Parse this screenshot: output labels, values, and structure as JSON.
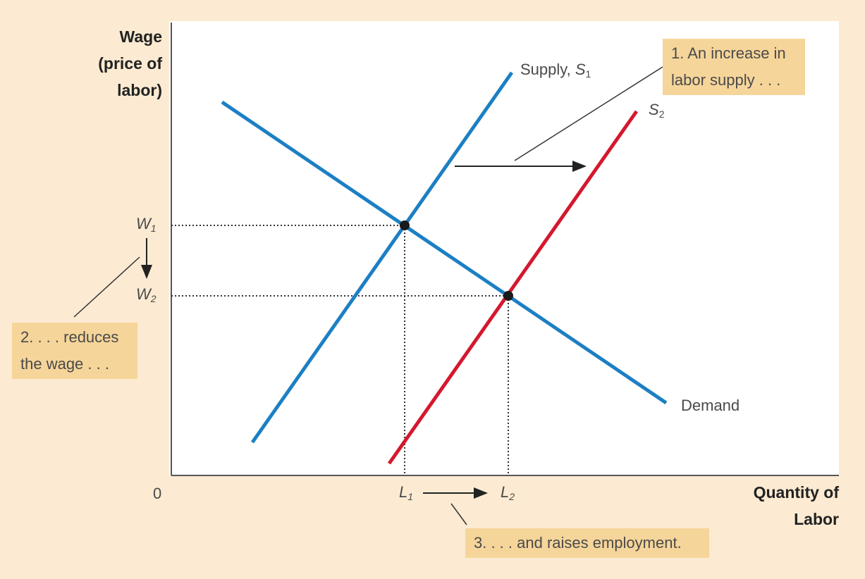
{
  "axes": {
    "y_title_lines": [
      "Wage",
      "(price of",
      "labor)"
    ],
    "x_title_lines": [
      "Quantity of",
      "Labor"
    ],
    "origin": "0"
  },
  "ticks": {
    "W1": {
      "base": "W",
      "sub": "1"
    },
    "W2": {
      "base": "W",
      "sub": "2"
    },
    "L1": {
      "base": "L",
      "sub": "1"
    },
    "L2": {
      "base": "L",
      "sub": "2"
    }
  },
  "curves": {
    "supply1": {
      "prefix": "Supply, ",
      "base": "S",
      "sub": "1",
      "color": "#1c7fc4"
    },
    "supply2": {
      "base": "S",
      "sub": "2",
      "color": "#d4182f"
    },
    "demand": {
      "label": "Demand",
      "color": "#1c7fc4"
    }
  },
  "annotations": {
    "step1_lines": [
      "1. An increase in",
      "labor supply . . ."
    ],
    "step2_lines": [
      "2. . . . reduces",
      "the wage . . ."
    ],
    "step3": "3. . . . and raises employment."
  },
  "colors": {
    "background": "#fcebd2",
    "plot": "#ffffff",
    "callout": "#f6d59a",
    "point": "#1a1a1a"
  }
}
